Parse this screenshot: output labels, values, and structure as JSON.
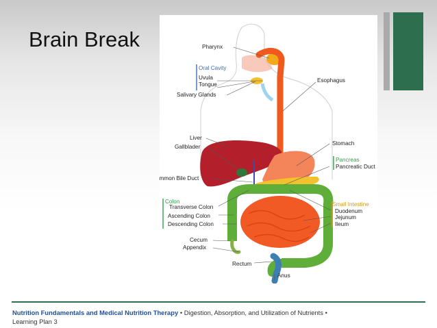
{
  "slide": {
    "title": "Brain Break"
  },
  "diagram": {
    "labels": {
      "pharynx": "Pharynx",
      "oral_cavity": "Oral Cavity",
      "uvula": "Uvula",
      "tongue": "Tongue",
      "salivary_glands": "Salivary Glands",
      "esophagus": "Esophagus",
      "liver": "Liver",
      "gallbladder": "Gallblader",
      "stomach": "Stomach",
      "pancreas": "Pancreas",
      "pancreatic_duct": "Pancreatic Duct",
      "common_bile_duct": "Common Bile Duct",
      "colon": "Colon",
      "transverse_colon": "Transverse Colon",
      "ascending_colon": "Ascending Colon",
      "descending_colon": "Descending Colon",
      "small_intestine": "Small Intestine",
      "duodenum": "Duodenum",
      "jejunum": "Jejunum",
      "ileum": "Ileum",
      "cecum": "Cecum",
      "appendix": "Appendix",
      "rectum": "Rectum",
      "anus": "Anus"
    },
    "colors": {
      "esophagus": "#f05a1e",
      "liver": "#b3202b",
      "stomach": "#f4845a",
      "pancreas": "#f2c12e",
      "colon": "#5fae3a",
      "small_intestine": "#f25a25",
      "rectum": "#3e7fb2",
      "blue_header": "#3d6fb6",
      "green_header": "#2e9e4a",
      "orange_header": "#d89a17"
    }
  },
  "footer": {
    "course": "Nutrition Fundamentals and Medical Nutrition Therapy",
    "separator1": "•",
    "topic": "Digestion, Absorption, and Utilization of Nutrients",
    "separator2": "•",
    "plan": "Learning Plan 3"
  }
}
